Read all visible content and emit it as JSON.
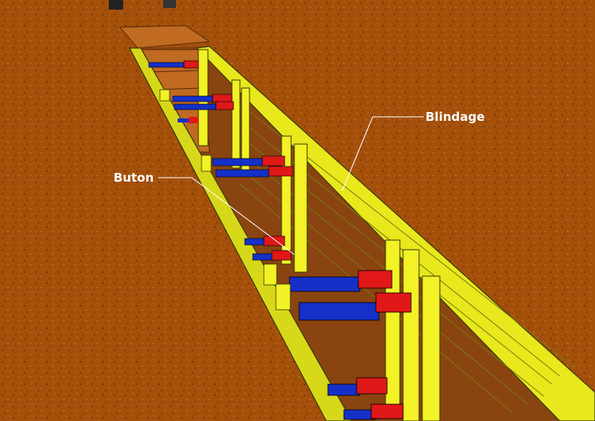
{
  "labels": {
    "blindage": "Blindage",
    "buton": "Buton"
  },
  "colors": {
    "ground": "#a4500a",
    "shoring_panel": "#e8e81c",
    "strut_blue": "#1530c8",
    "strut_red": "#e01818",
    "soil": "#c06a22",
    "label_text": "#ffffff"
  },
  "icons": [
    "trench-shoring-illustration"
  ]
}
